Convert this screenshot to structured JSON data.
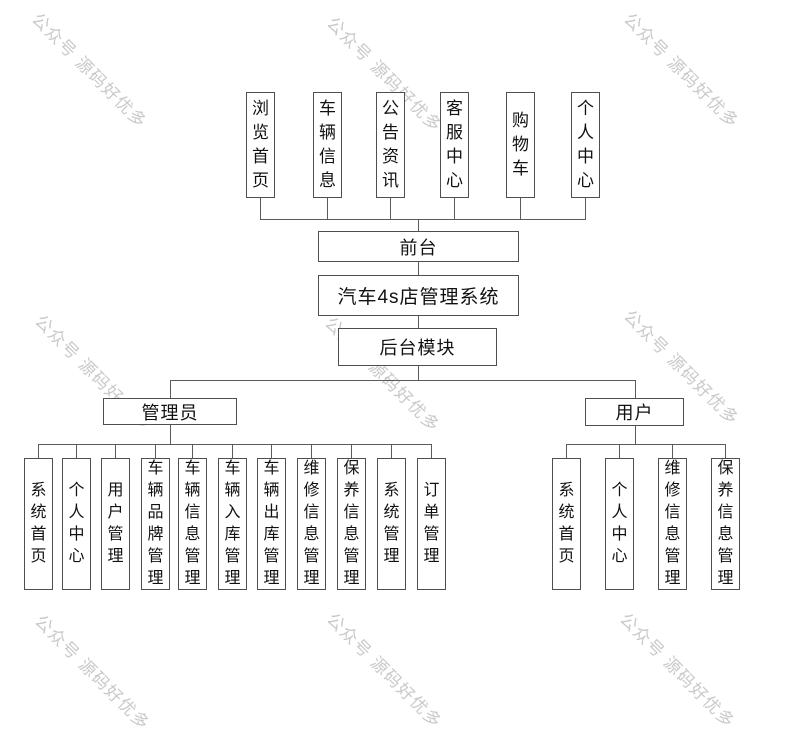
{
  "watermark": {
    "text": "公众号 源码好优多",
    "color": "#c9c9c9"
  },
  "nodes": {
    "front_modules": [
      "浏览首页",
      "车辆信息",
      "公告资讯",
      "客服中心",
      "购物车",
      "个人中心"
    ],
    "front": "前台",
    "system": "汽车4s店管理系统",
    "backend": "后台模块",
    "admin": "管理员",
    "admin_modules": [
      "系统首页",
      "个人中心",
      "用户管理",
      "车辆品牌管理",
      "车辆信息管理",
      "车辆入库管理",
      "车辆出库管理",
      "维修信息管理",
      "保养信息管理",
      "系统管理",
      "订单管理"
    ],
    "user": "用户",
    "user_modules": [
      "系统首页",
      "个人中心",
      "维修信息管理",
      "保养信息管理"
    ]
  },
  "colors": {
    "background": "#ffffff",
    "box_border": "#4f4f4f",
    "connector_line": "#5a5a5a",
    "text": "#111111",
    "watermark": "#c9c9c9"
  }
}
